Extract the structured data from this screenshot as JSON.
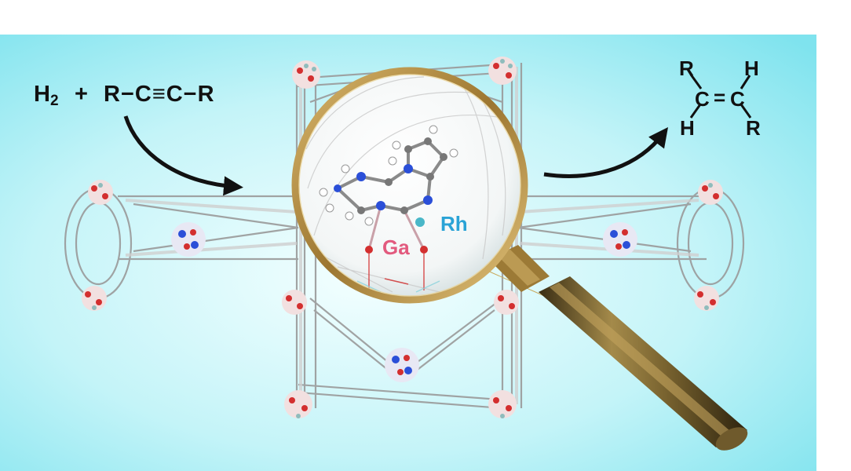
{
  "reaction": {
    "h2": "H",
    "h2_sub": "2",
    "plus": "+",
    "alkyne": "R−C≡C−R"
  },
  "product": {
    "r_top": "R",
    "h_top": "H",
    "c_left": "C",
    "double_bond": "=",
    "c_right": "C",
    "h_bottom": "H",
    "r_bottom": "R"
  },
  "metals": {
    "ga": "Ga",
    "rh": "Rh"
  },
  "colors": {
    "background_center": "#f4ffff",
    "background_edge": "#7fe3ee",
    "ga": "#e25a7e",
    "rh": "#2aa3d6",
    "magnifier_rim": "#b58a3c",
    "handle": "#6f5a2c"
  }
}
